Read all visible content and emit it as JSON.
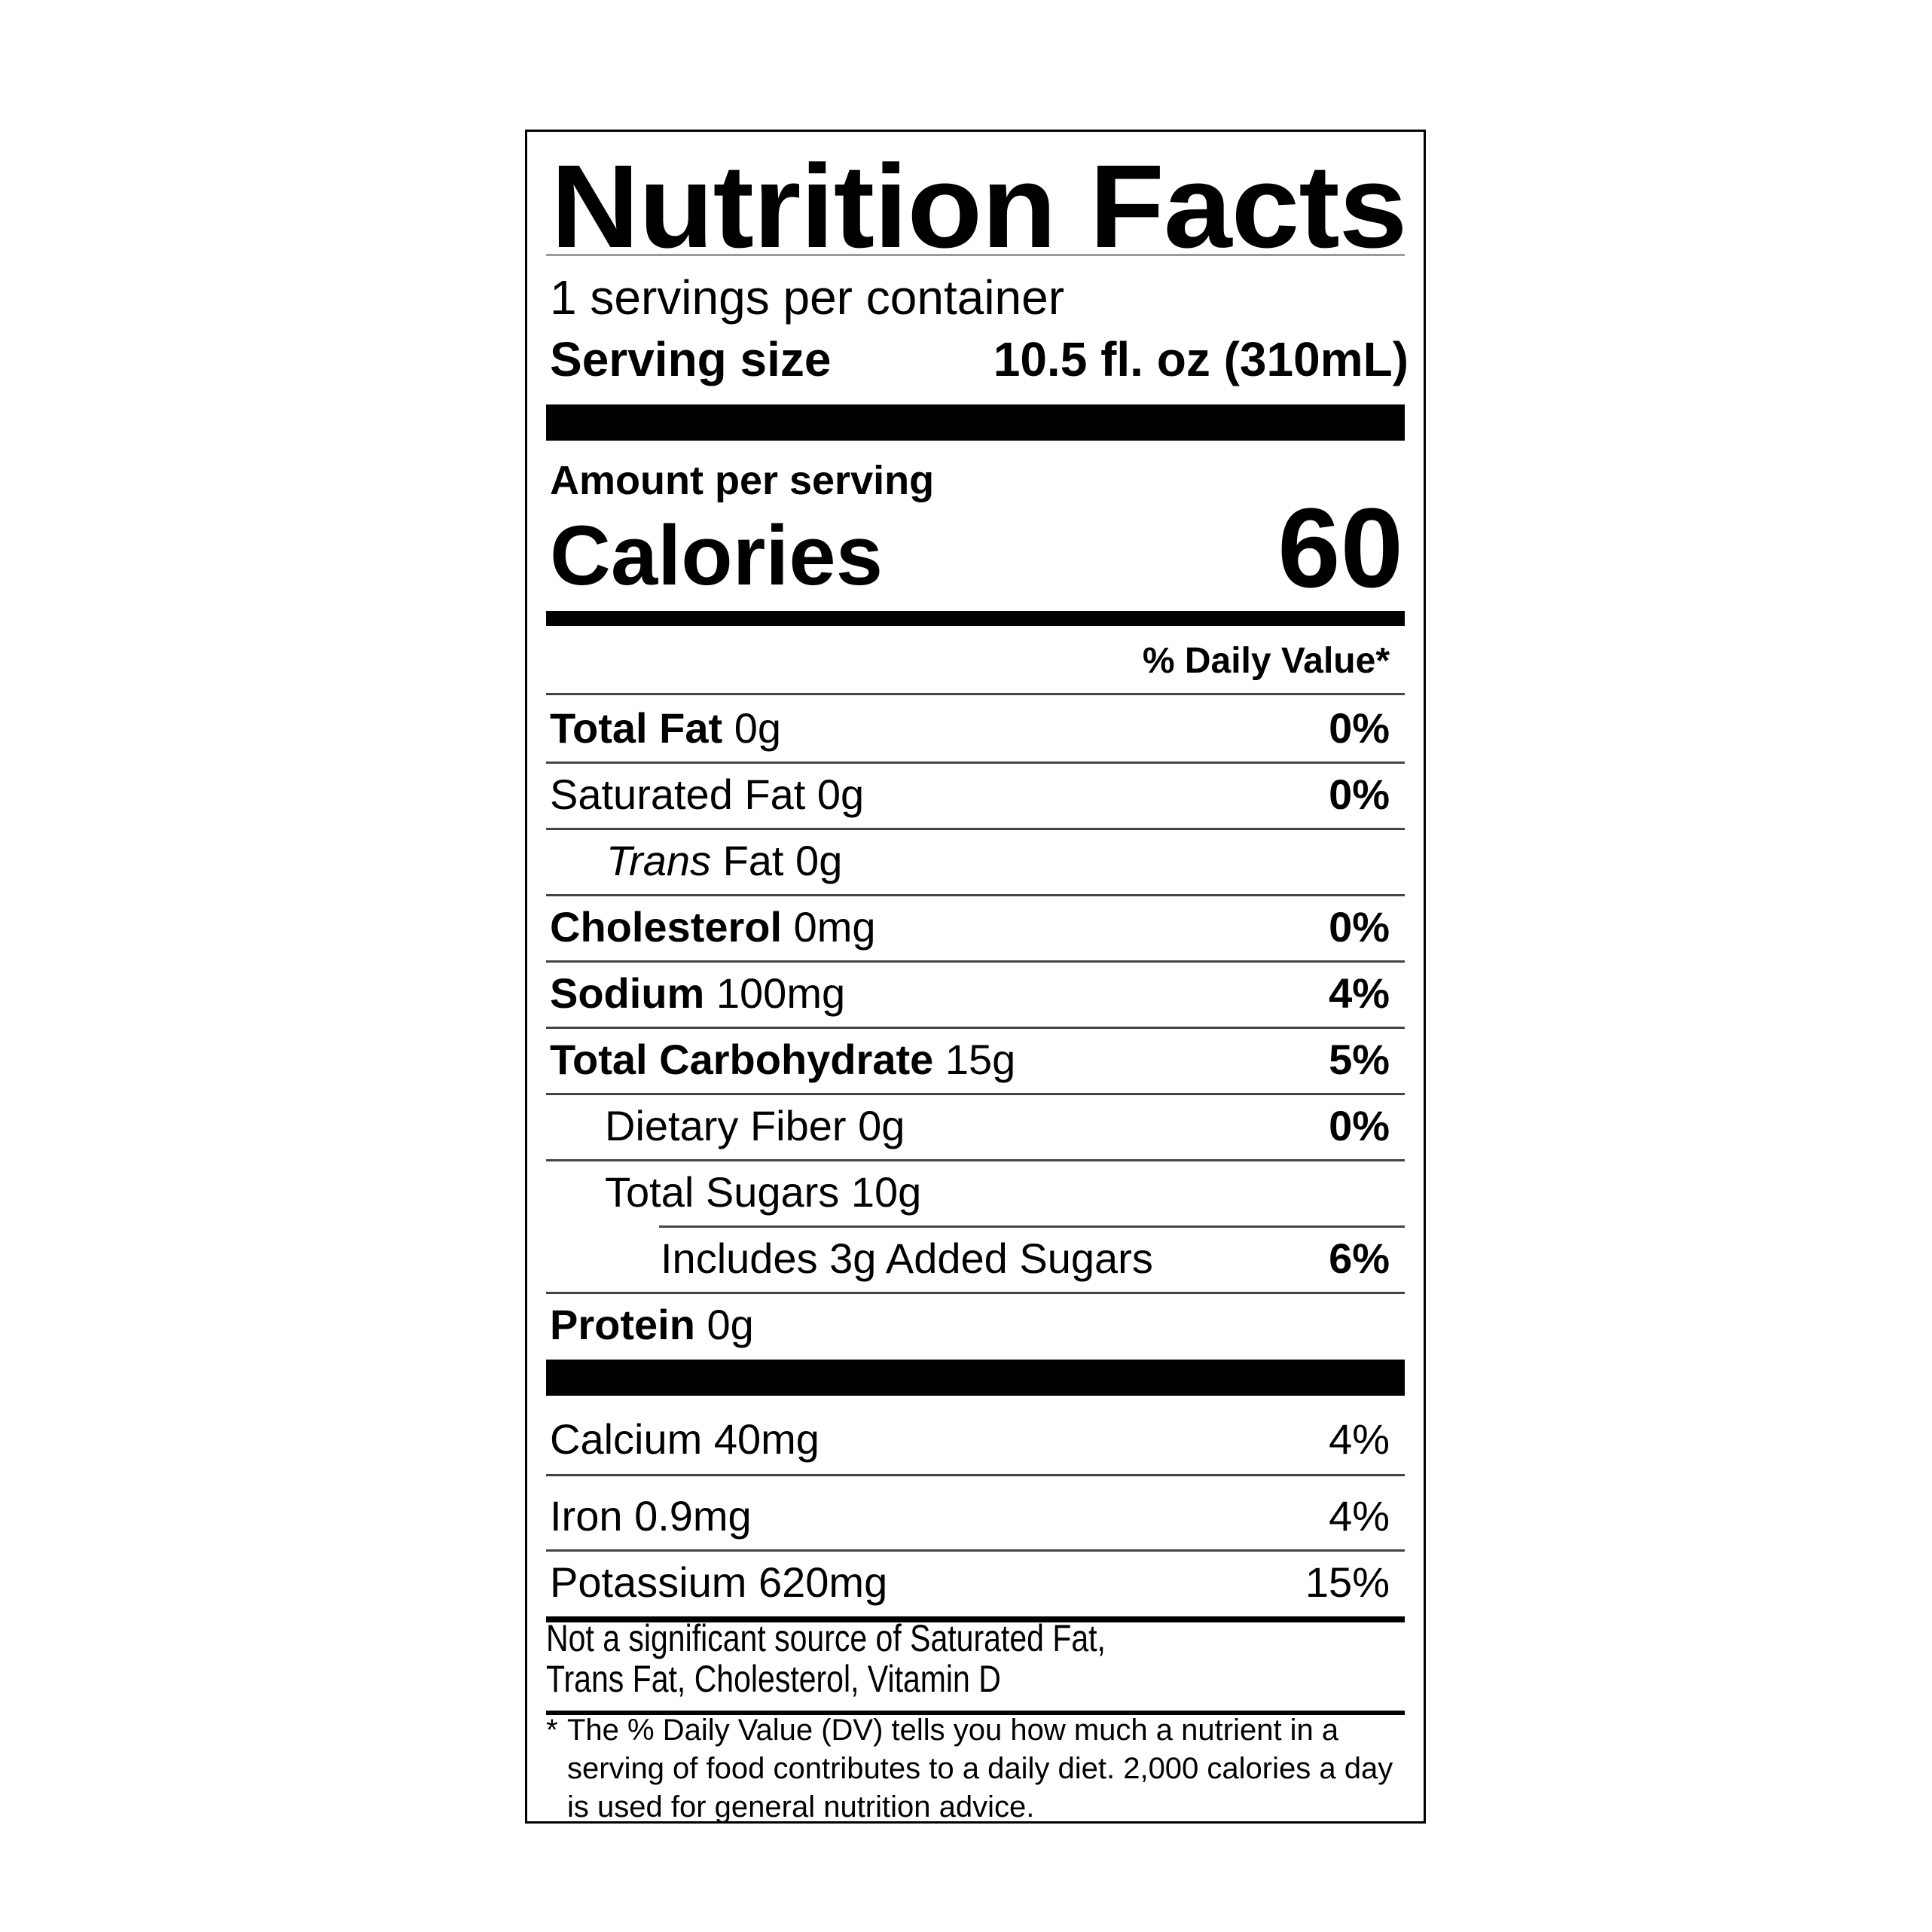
{
  "title": "Nutrition Facts",
  "servings_per_container": "1 servings per container",
  "serving_size": {
    "label": "Serving size",
    "value": "10.5 fl. oz (310mL)"
  },
  "amount_per_serving": "Amount per serving",
  "calories": {
    "label": "Calories",
    "value": "60"
  },
  "daily_value_header": "% Daily Value*",
  "nutrients": [
    {
      "name": "Total Fat",
      "amount": "0g",
      "dv": "0%"
    },
    {
      "name": "Saturated Fat",
      "amount": "0g",
      "dv": "0%"
    },
    {
      "name_italic": "Trans",
      "name": "Fat",
      "amount": "0g",
      "dv": ""
    },
    {
      "name": "Cholesterol",
      "amount": "0mg",
      "dv": "0%"
    },
    {
      "name": "Sodium",
      "amount": "100mg",
      "dv": "4%"
    },
    {
      "name": "Total Carbohydrate",
      "amount": "15g",
      "dv": "5%"
    },
    {
      "name": "Dietary Fiber",
      "amount": "0g",
      "dv": "0%"
    },
    {
      "name": "Total Sugars",
      "amount": "10g",
      "dv": ""
    },
    {
      "text": "Includes 3g Added Sugars",
      "dv": "6%"
    },
    {
      "name": "Protein",
      "amount": "0g",
      "dv": ""
    }
  ],
  "minerals": [
    {
      "name": "Calcium",
      "amount": "40mg",
      "dv": "4%"
    },
    {
      "name": "Iron",
      "amount": "0.9mg",
      "dv": "4%"
    },
    {
      "name": "Potassium",
      "amount": "620mg",
      "dv": "15%"
    }
  ],
  "not_significant_note": "Not a significant source of Saturated Fat, Trans Fat, Cholesterol, Vitamin D",
  "footnote": {
    "star": "*",
    "text": "The % Daily Value (DV) tells you how much a nutrient in a serving of food contributes to a daily diet. 2,000 calories a day is used for general nutrition advice."
  }
}
